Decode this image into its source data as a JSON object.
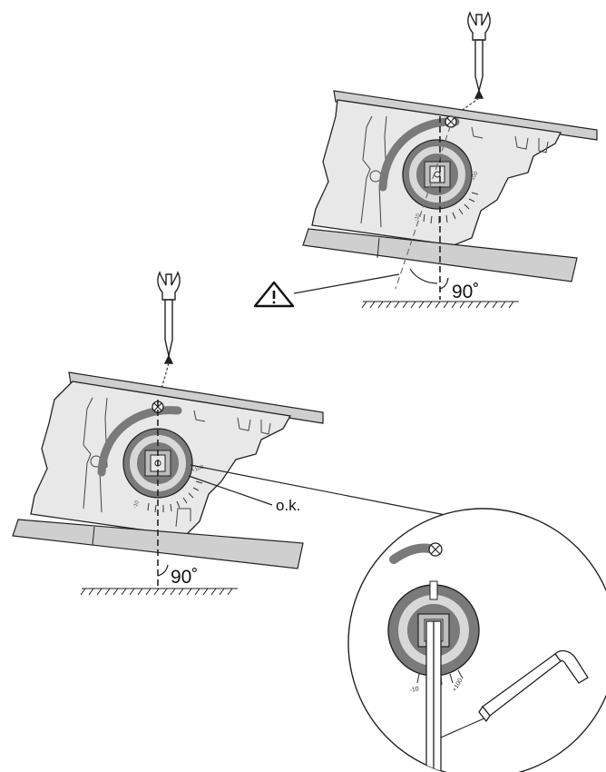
{
  "top_assembly": {
    "angle_label": "90˚",
    "scale_plus": "+100",
    "scale_minus": "-10"
  },
  "bottom_assembly": {
    "angle_label": "90˚",
    "ok_label": "o.k.",
    "scale_plus": "+100",
    "scale_minus": "-10"
  },
  "detail": {
    "scale_plus": "+100",
    "scale_minus": "-10"
  },
  "icons": [
    "warning-icon",
    "screwdriver-icon",
    "hex-key-icon"
  ],
  "colors": {
    "panel": "#e8e8e8",
    "rail": "#cfcfcf",
    "dial": "#7a7a7a",
    "outline": "#222222"
  }
}
